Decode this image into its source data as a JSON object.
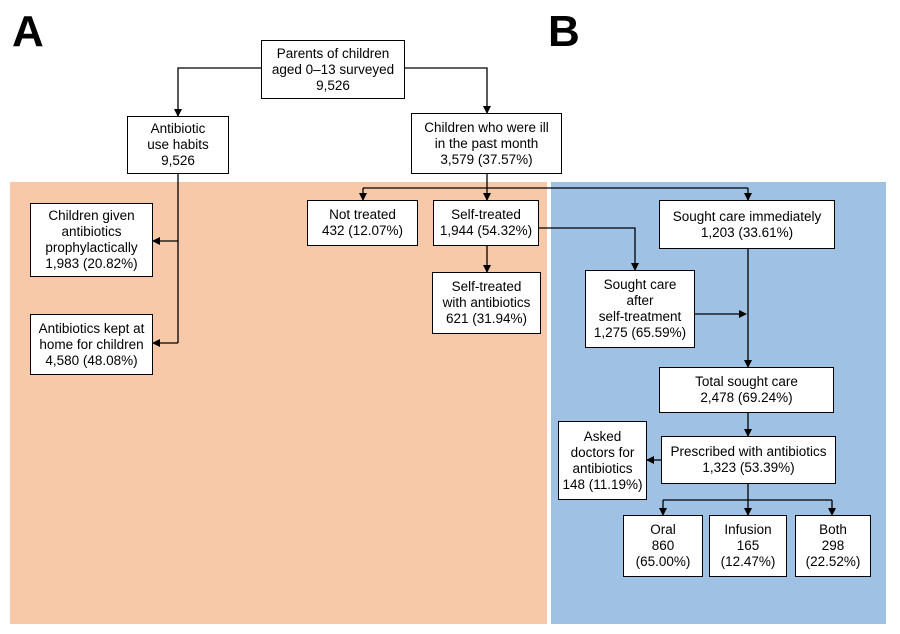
{
  "panels": {
    "a_label": "A",
    "b_label": "B",
    "a_color": "#f8c9a9",
    "b_color": "#9fc2e4"
  },
  "boxes": {
    "parents_surveyed": "Parents of children\naged 0–13 surveyed\n9,526",
    "antibiotic_use_habits": "Antibiotic\nuse habits\n9,526",
    "children_ill": "Children who were ill\nin the past month\n3,579 (37.57%)",
    "given_prophylactically": "Children given\nantibiotics\nprophylactically\n1,983 (20.82%)",
    "kept_at_home": "Antibiotics kept at\nhome for children\n4,580 (48.08%)",
    "not_treated": "Not treated\n432 (12.07%)",
    "self_treated": "Self-treated\n1,944 (54.32%)",
    "self_treated_antibiotics": "Self-treated\nwith antibiotics\n621 (31.94%)",
    "sought_care_immediately": "Sought care immediately\n1,203 (33.61%)",
    "sought_care_after": "Sought care\nafter\nself-treatment\n1,275 (65.59%)",
    "total_sought_care": "Total sought care\n2,478 (69.24%)",
    "asked_doctors": "Asked\ndoctors for\nantibiotics\n148 (11.19%)",
    "prescribed_antibiotics": "Prescribed with antibiotics\n1,323 (53.39%)",
    "oral": "Oral\n860\n(65.00%)",
    "infusion": "Infusion\n165\n(12.47%)",
    "both": "Both\n298\n(22.52%)"
  }
}
